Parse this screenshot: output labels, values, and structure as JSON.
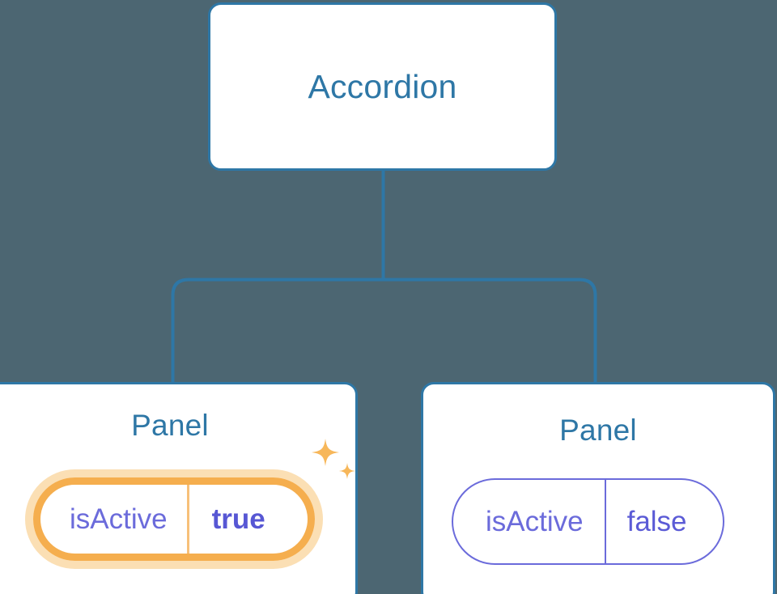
{
  "diagram": {
    "title": "component-tree",
    "background_color": "#4c6672",
    "connector_color": "#2e77a6"
  },
  "root": {
    "label": "Accordion",
    "text_color": "#2e77a6",
    "border_color": "#2e77a6",
    "background_color": "#ffffff"
  },
  "children": [
    {
      "label": "Panel",
      "highlighted": true,
      "prop": {
        "key": "isActive",
        "value": "true",
        "bold_value": true,
        "pill_border_color": "#f5ae4e",
        "pill_glow_color": "#fbdfb4",
        "divider_color": "#f7c079",
        "key_color": "#6b6bdb",
        "value_color": "#5757d4"
      },
      "decoration": "sparkles-icon"
    },
    {
      "label": "Panel",
      "highlighted": false,
      "prop": {
        "key": "isActive",
        "value": "false",
        "bold_value": false,
        "pill_border_color": "#6b6bdb",
        "divider_color": "#6b6bdb",
        "key_color": "#6b6bdb",
        "value_color": "#5b5bd6"
      },
      "decoration": null
    }
  ],
  "icons": {
    "sparkle_large": "sparkle-icon",
    "sparkle_small": "sparkle-small-icon",
    "sparkle_color": "#f7b75a"
  }
}
